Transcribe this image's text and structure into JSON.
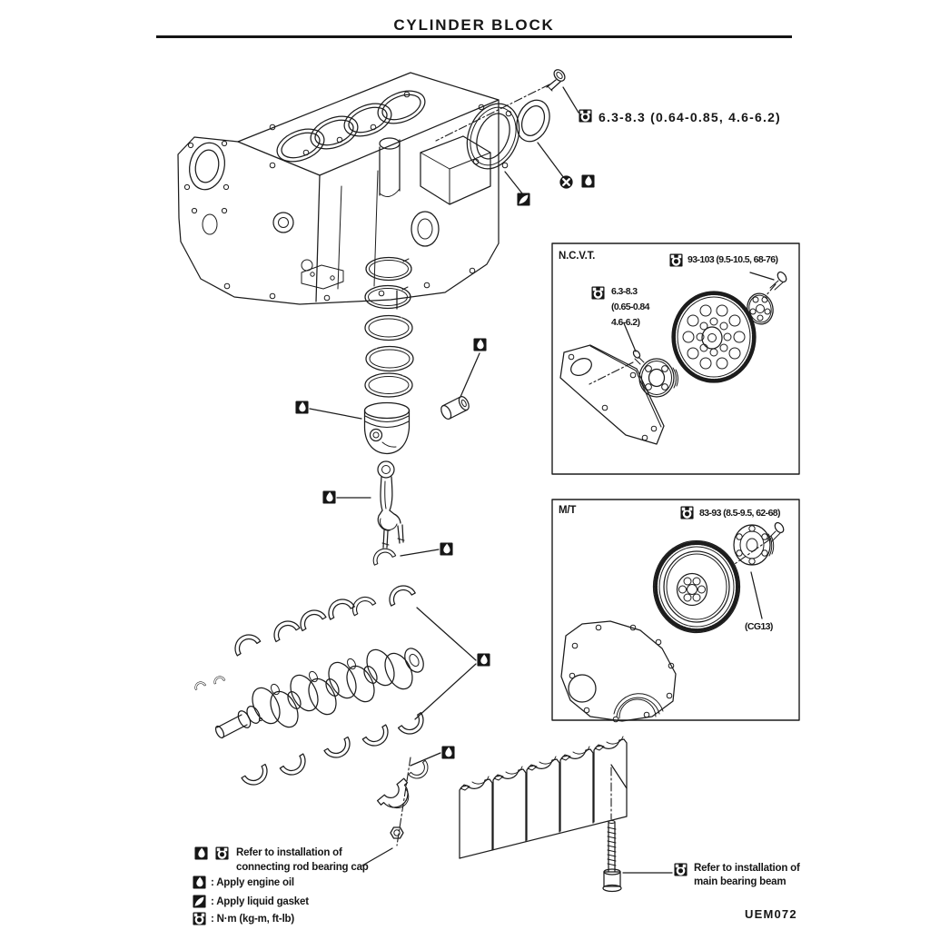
{
  "page": {
    "title": "CYLINDER BLOCK",
    "figure_code": "UEM072"
  },
  "colors": {
    "ink": "#1c1c1c",
    "paper": "#ffffff"
  },
  "main_view": {
    "seal_bolt_torque": "6.3-8.3 (0.64-0.85, 4.6-6.2)"
  },
  "ncvt": {
    "title": "N.C.V.T.",
    "drive_plate_bolt_torque": "93-103 (9.5-10.5, 68-76)",
    "gusset_torque_l1": "6.3-8.3",
    "gusset_torque_l2": "(0.65-0.84",
    "gusset_torque_l3": "4.6-6.2)"
  },
  "mt": {
    "title": "M/T",
    "flywheel_bolt_torque": "83-93 (8.5-9.5, 62-68)",
    "engine_code": "(CG13)"
  },
  "notes": {
    "rod_cap_l1": "Refer to installation of",
    "rod_cap_l2": "connecting rod bearing cap",
    "beam_l1": "Refer to installation of",
    "beam_l2": "main bearing beam"
  },
  "legend": {
    "engine_oil": ": Apply engine oil",
    "liquid_gasket": ": Apply liquid gasket",
    "torque_unit": ": N·m (kg-m, ft-lb)"
  },
  "icon_meanings": {
    "torque-icon": "tightening torque",
    "engine-oil-icon": "apply engine oil",
    "liquid-gasket-icon": "apply liquid gasket",
    "replace-part-icon": "always replace after disassembly"
  }
}
